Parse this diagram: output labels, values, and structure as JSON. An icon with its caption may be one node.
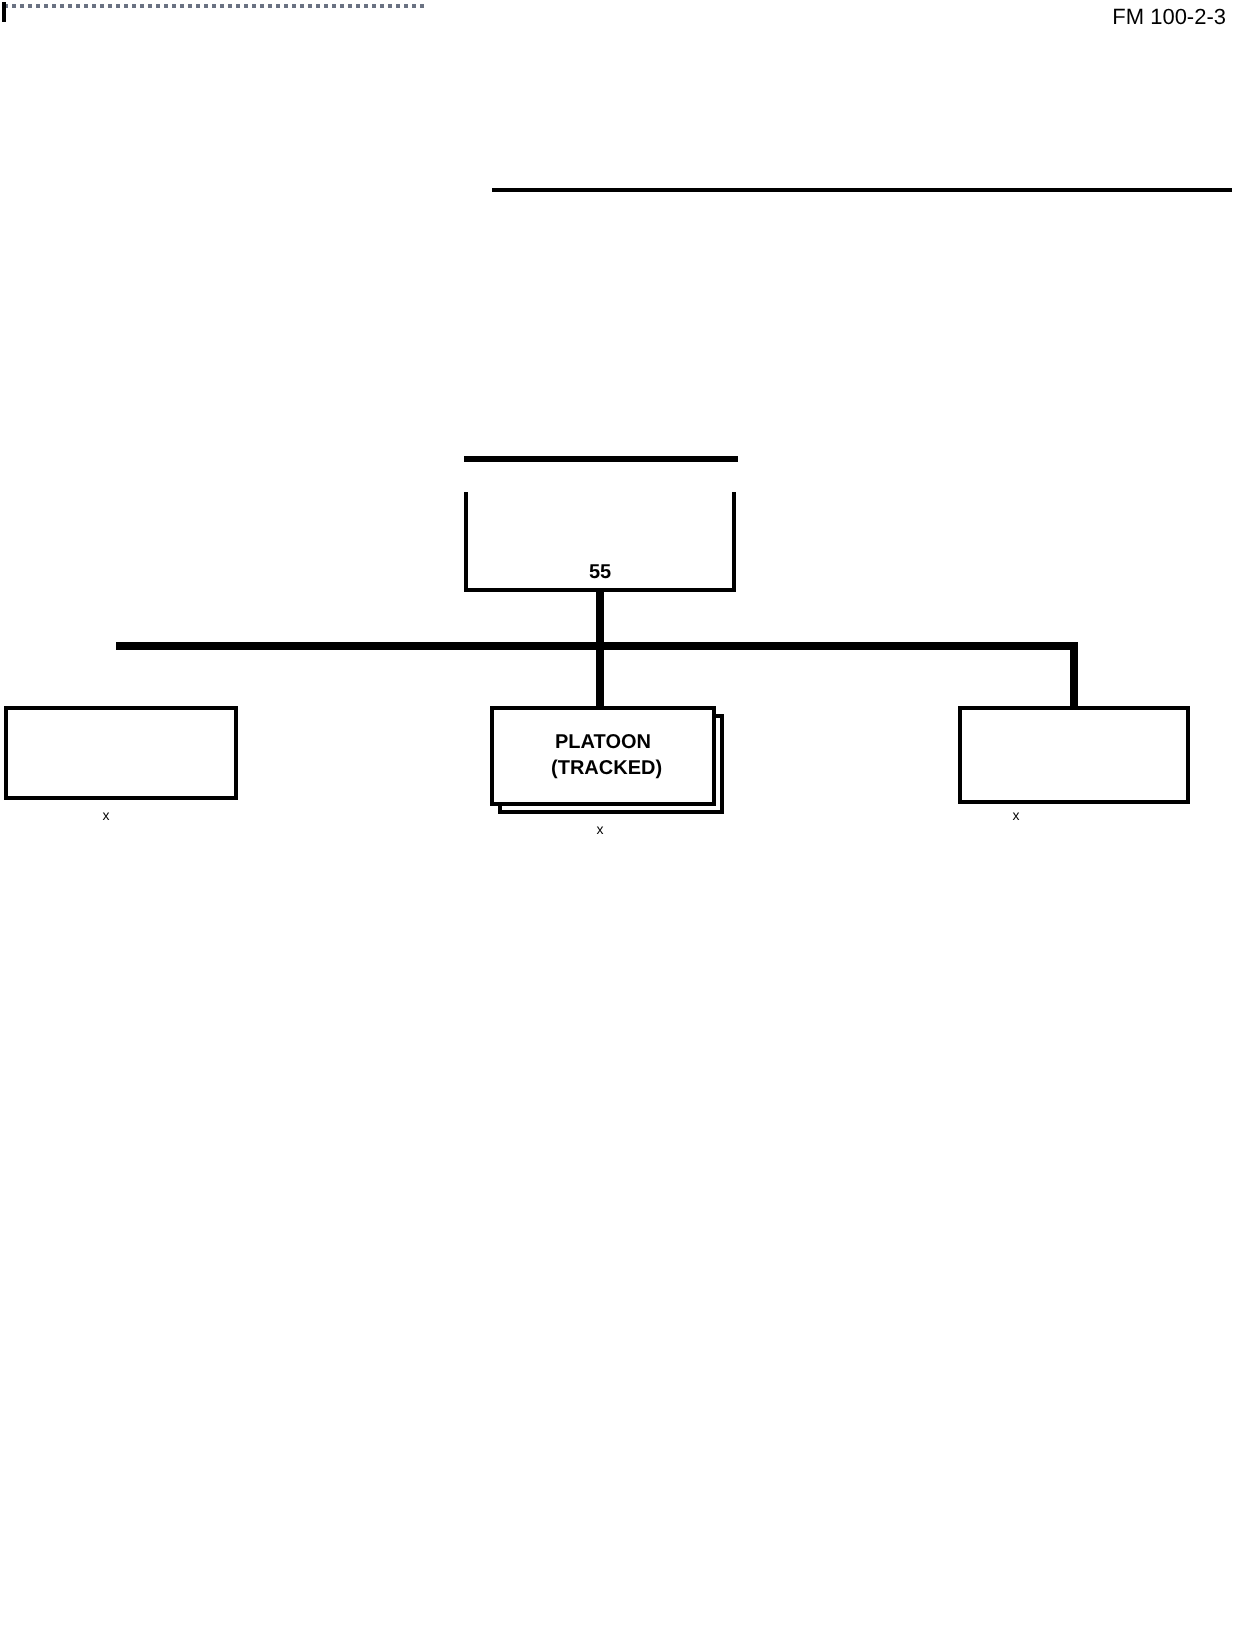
{
  "diagram": {
    "nodes": [
      {
        "text": [
          "55"
        ]
      },
      {
        "text": [],
        "shape": "box",
        "beside": [
          "x"
        ]
      },
      {
        "text": [
          "PLATOON (TRACKED)"
        ],
        "beside": [
          "x"
        ]
      },
      {
        "text": [],
        "shape": "box",
        "beside": [
          "x"
        ]
      }
    ],
    "edges": [
      {
        "from": 0,
        "to": 2,
        "arrow": "none"
      },
      {
        "from": 0,
        "to": 3,
        "arrow": "none"
      },
      {
        "from": 0,
        "to": null,
        "arrow": "none"
      }
    ],
    "labels": [
      "FM 100-2-3"
    ]
  }
}
